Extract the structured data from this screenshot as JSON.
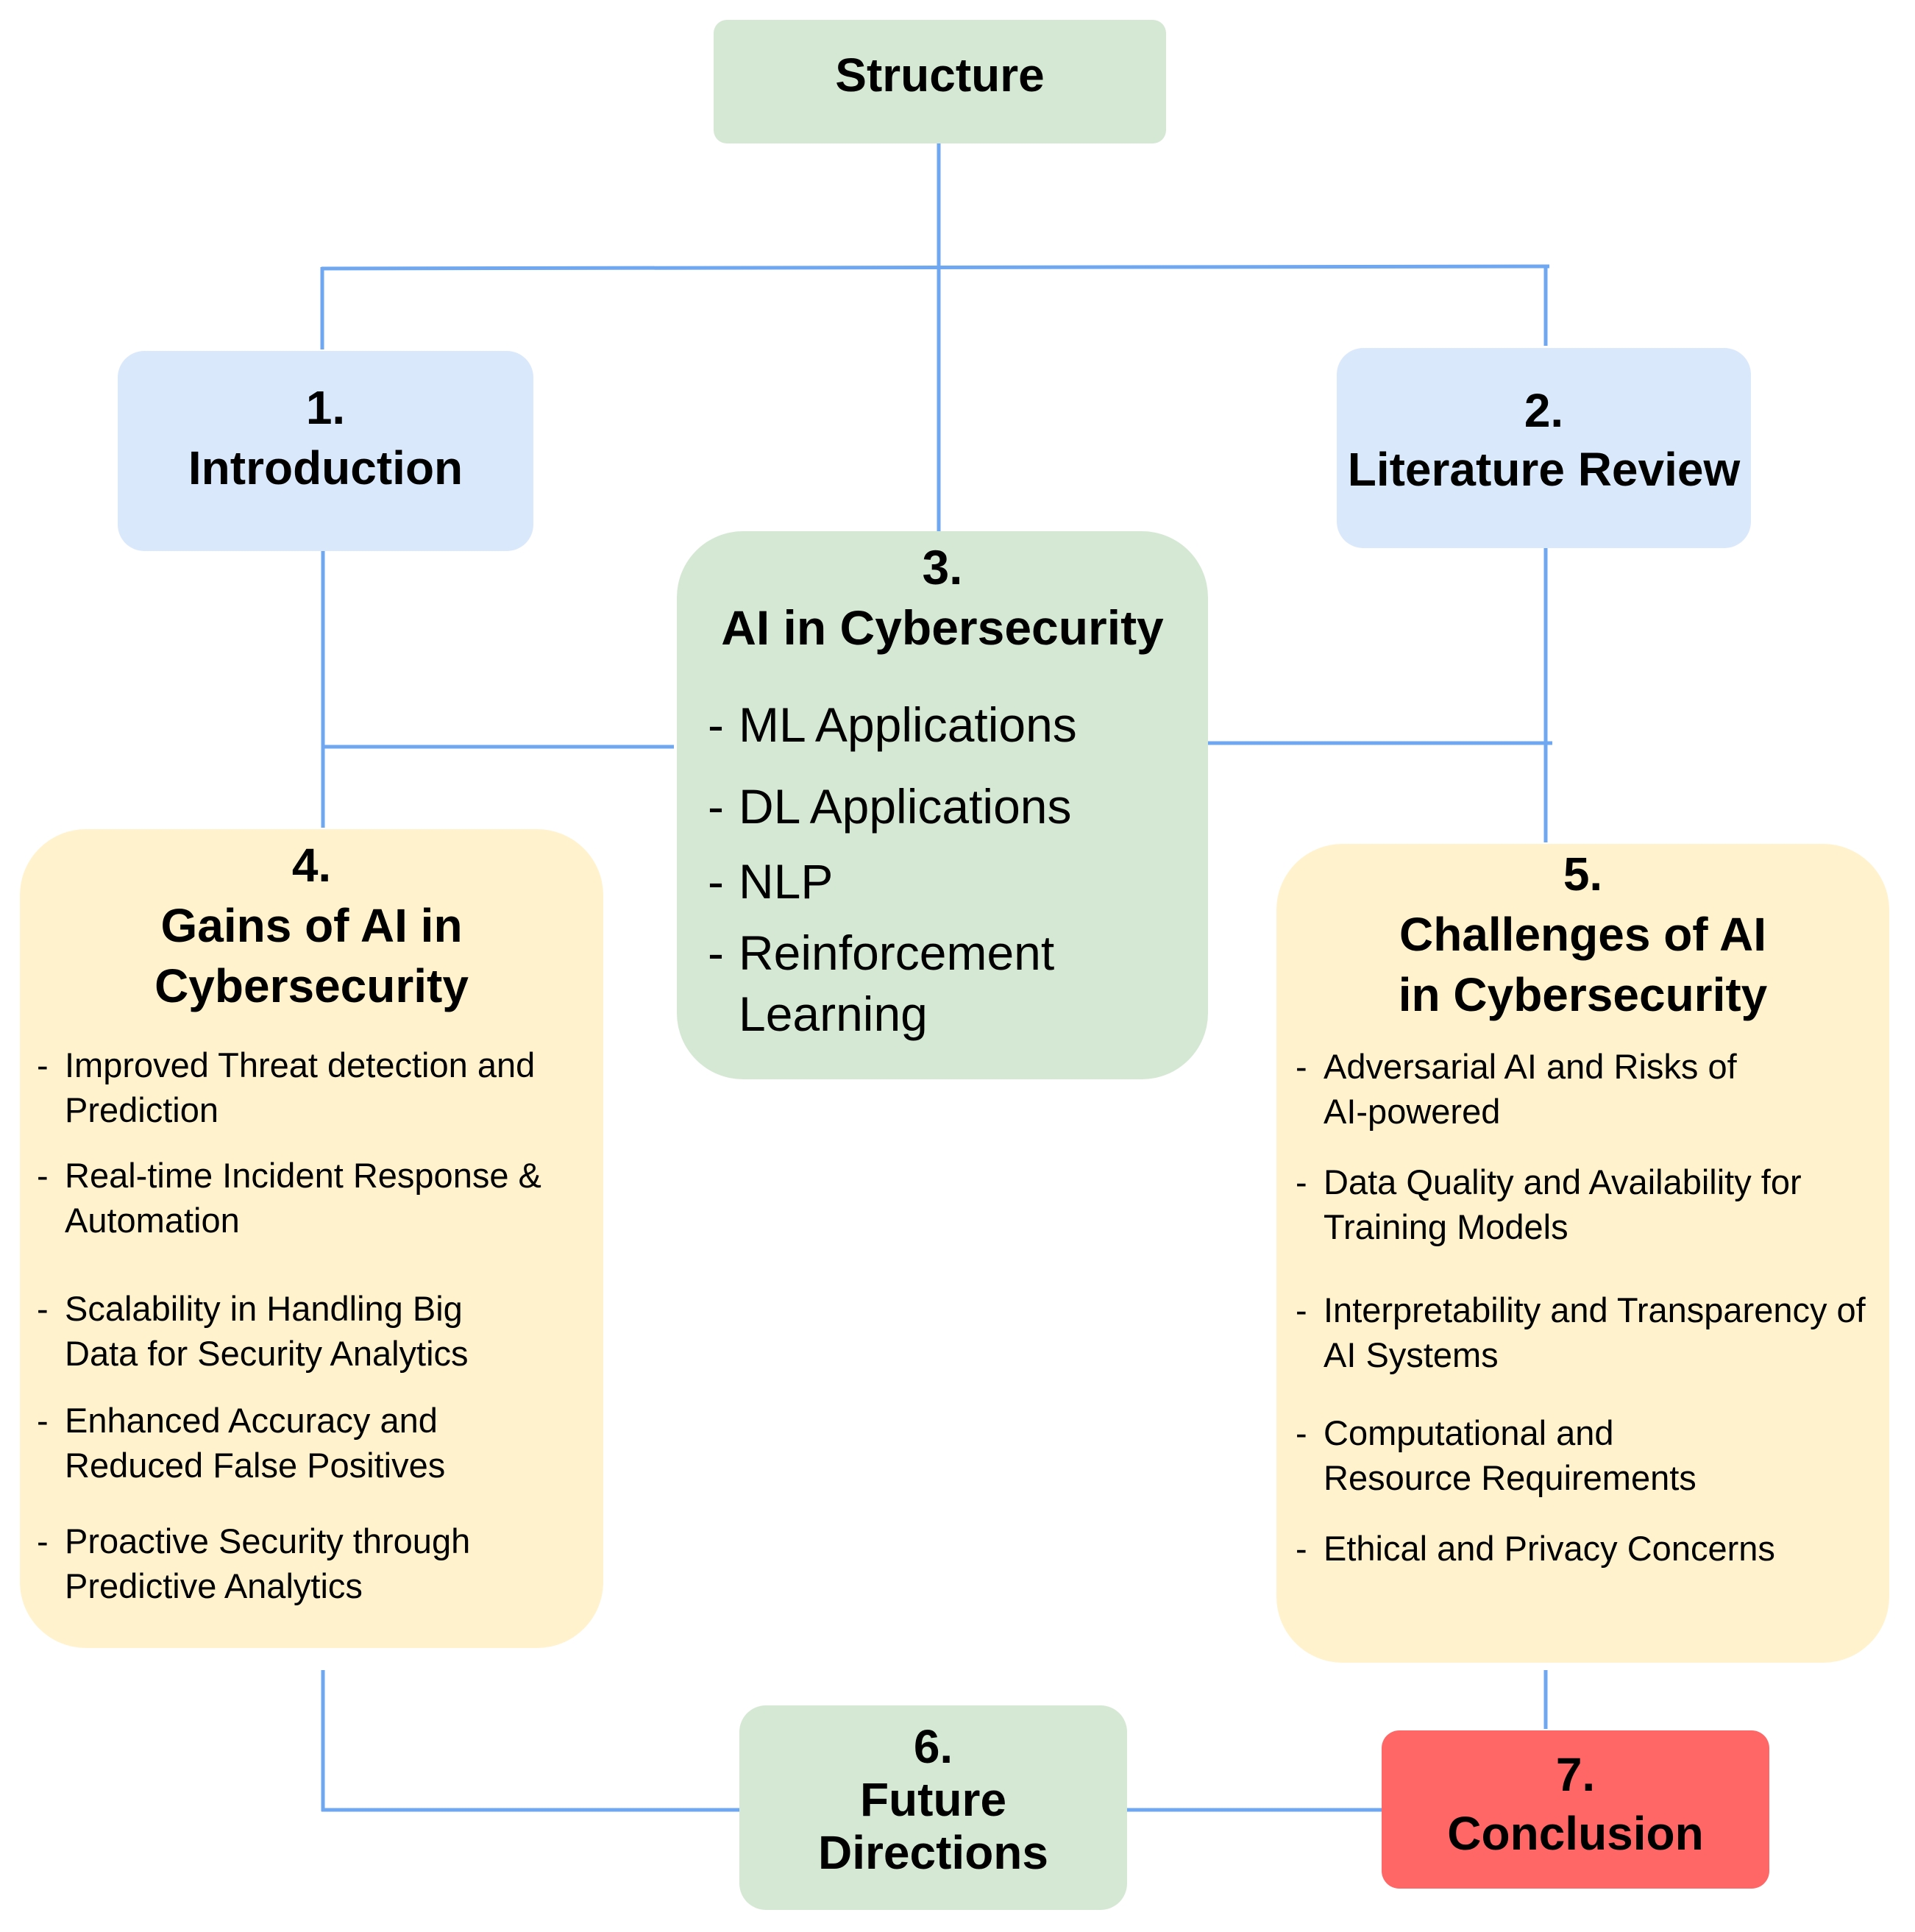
{
  "diagram": {
    "root": {
      "title": "Structure"
    },
    "sections": [
      {
        "id": "introduction",
        "number": "1.",
        "title": "Introduction"
      },
      {
        "id": "literature-review",
        "number": "2.",
        "title": "Literature Review"
      },
      {
        "id": "ai-in-cybersecurity",
        "number": "3.",
        "title": "AI in Cybersecurity",
        "items": [
          "ML Applications",
          "DL Applications",
          "NLP",
          "Reinforcement Learning"
        ]
      },
      {
        "id": "gains",
        "number": "4.",
        "title_lines": [
          "Gains of AI in",
          "Cybersecurity"
        ],
        "items": [
          "Improved Threat detection and Prediction",
          "Real-time Incident Response & Automation",
          "Scalability in Handling Big Data for Security Analytics",
          "Enhanced Accuracy and Reduced False Positives",
          "Proactive Security through Predictive Analytics"
        ]
      },
      {
        "id": "challenges",
        "number": "5.",
        "title_lines": [
          "Challenges of AI",
          "in Cybersecurity"
        ],
        "items": [
          "Adversarial AI and Risks of AI-powered",
          "Data Quality and Availability for Training Models",
          "Interpretability and Transparency of AI Systems",
          "Computational and Resource Requirements",
          "Ethical and Privacy Concerns"
        ]
      },
      {
        "id": "future-directions",
        "number": "6.",
        "title_lines": [
          "Future",
          "Directions"
        ]
      },
      {
        "id": "conclusion",
        "number": "7.",
        "title": "Conclusion"
      }
    ],
    "bullet": "-",
    "colors": {
      "connector": "#6fa8f0",
      "green_box": "#d5e8d4",
      "blue_box": "#dae8fc",
      "yellow_box": "#fff2cc",
      "red_box": "#ff6666"
    }
  }
}
